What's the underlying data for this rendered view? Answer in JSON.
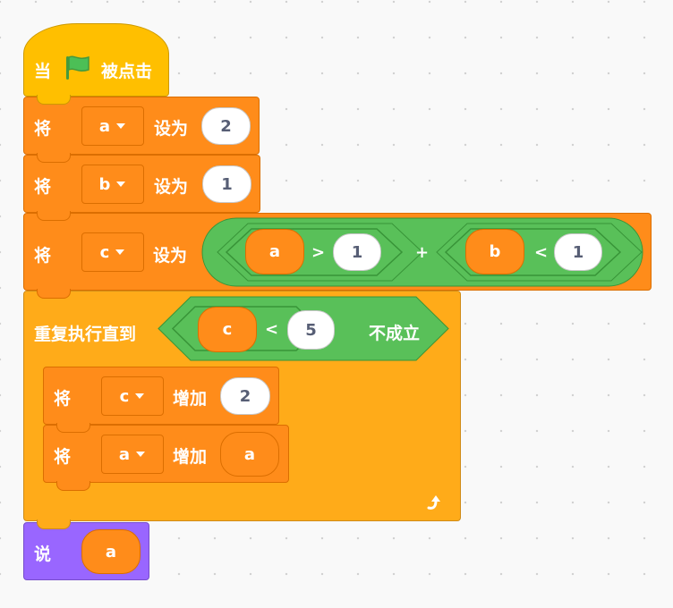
{
  "event": {
    "when": "当",
    "clicked": "被点击"
  },
  "blocks": [
    {
      "prefix": "将",
      "variable": "a",
      "action": "设为",
      "value": "2"
    },
    {
      "prefix": "将",
      "variable": "b",
      "action": "设为",
      "value": "1"
    },
    {
      "prefix": "将",
      "variable": "c",
      "action": "设为"
    }
  ],
  "set_c_expr": {
    "left": {
      "var": "a",
      "op": ">",
      "value": "1"
    },
    "op": "+",
    "right": {
      "var": "b",
      "op": "<",
      "value": "1"
    }
  },
  "repeat_until": {
    "label": "重复执行直到",
    "cond": {
      "var": "c",
      "op": "<",
      "value": "5"
    },
    "suffix": "不成立",
    "body": [
      {
        "prefix": "将",
        "variable": "c",
        "action": "增加",
        "value": "2"
      },
      {
        "prefix": "将",
        "variable": "a",
        "action": "增加",
        "value_var": "a"
      }
    ]
  },
  "say": {
    "label": "说",
    "value_var": "a"
  },
  "colors": {
    "events": "#ffbf00",
    "variables": "#ff8c1a",
    "control": "#ffab19",
    "operators": "#59c059",
    "looks": "#9966ff"
  },
  "icons": {
    "flag": "green-flag-icon",
    "dropdown": "dropdown-arrow-icon",
    "loop": "loop-arrow-icon"
  }
}
